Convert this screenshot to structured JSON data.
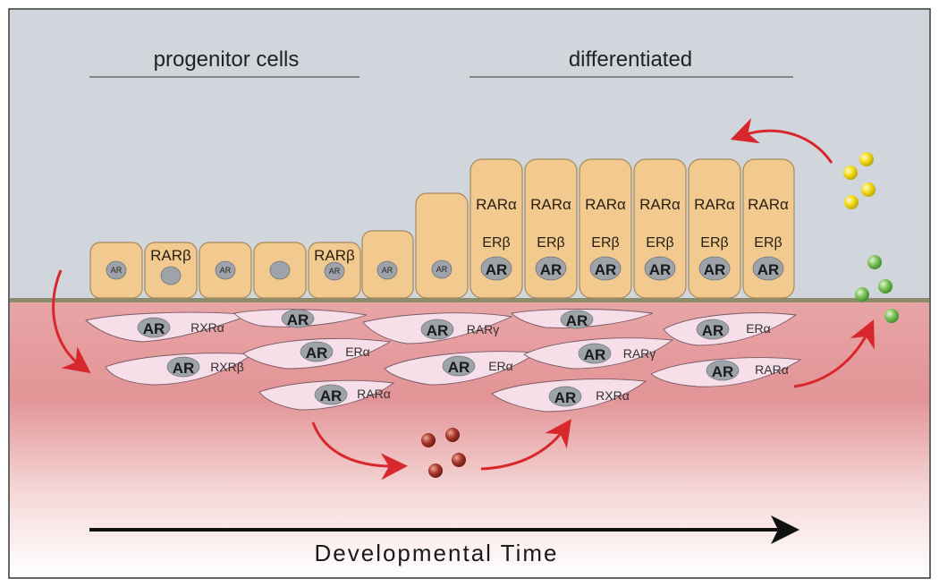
{
  "headers": {
    "progenitor": "progenitor cells",
    "differentiated": "differentiated"
  },
  "epithelium": {
    "progenitor_cells": [
      {
        "top_label": "",
        "nucleus_label": "AR"
      },
      {
        "top_label": "RARβ",
        "nucleus_label": ""
      },
      {
        "top_label": "",
        "nucleus_label": "AR"
      },
      {
        "top_label": "",
        "nucleus_label": ""
      },
      {
        "top_label": "RARβ",
        "nucleus_label": "AR"
      },
      {
        "top_label": "",
        "nucleus_label": "AR"
      },
      {
        "top_label": "",
        "nucleus_label": "AR"
      }
    ],
    "differentiated_cells": [
      {
        "receptor1": "RARα",
        "receptor2": "ERβ",
        "nucleus_label": "AR"
      },
      {
        "receptor1": "RARα",
        "receptor2": "ERβ",
        "nucleus_label": "AR"
      },
      {
        "receptor1": "RARα",
        "receptor2": "ERβ",
        "nucleus_label": "AR"
      },
      {
        "receptor1": "RARα",
        "receptor2": "ERβ",
        "nucleus_label": "AR"
      },
      {
        "receptor1": "RARα",
        "receptor2": "ERβ",
        "nucleus_label": "AR"
      },
      {
        "receptor1": "RARα",
        "receptor2": "ERβ",
        "nucleus_label": "AR"
      }
    ]
  },
  "stroma_cells": [
    {
      "nucleus_label": "AR",
      "receptor": "RXRα"
    },
    {
      "nucleus_label": "AR",
      "receptor": ""
    },
    {
      "nucleus_label": "AR",
      "receptor": "RARγ"
    },
    {
      "nucleus_label": "AR",
      "receptor": ""
    },
    {
      "nucleus_label": "AR",
      "receptor": "ERα"
    },
    {
      "nucleus_label": "AR",
      "receptor": "RXRβ"
    },
    {
      "nucleus_label": "AR",
      "receptor": "ERα"
    },
    {
      "nucleus_label": "AR",
      "receptor": "ERα"
    },
    {
      "nucleus_label": "AR",
      "receptor": "RARγ"
    },
    {
      "nucleus_label": "AR",
      "receptor": "RARα"
    },
    {
      "nucleus_label": "AR",
      "receptor": "RARα"
    },
    {
      "nucleus_label": "AR",
      "receptor": "RXRα"
    }
  ],
  "timeline": {
    "label": "Developmental Time"
  },
  "colors": {
    "lumen": "#d1d6dc",
    "epithelial_cell": "#f2c98f",
    "epithelial_border": "#a88a5a",
    "nucleus": "#9ea3aa",
    "basement_membrane": "#8c8c6c",
    "stroma_top": "#e5a2a4",
    "stroma_bottom": "#ffffff",
    "stromal_cell": "#f6dfe8",
    "arrow_red": "#d8282d",
    "molecule_yellow": "#f4e21a",
    "molecule_green": "#7ec45a",
    "molecule_red": "#a0302a"
  }
}
